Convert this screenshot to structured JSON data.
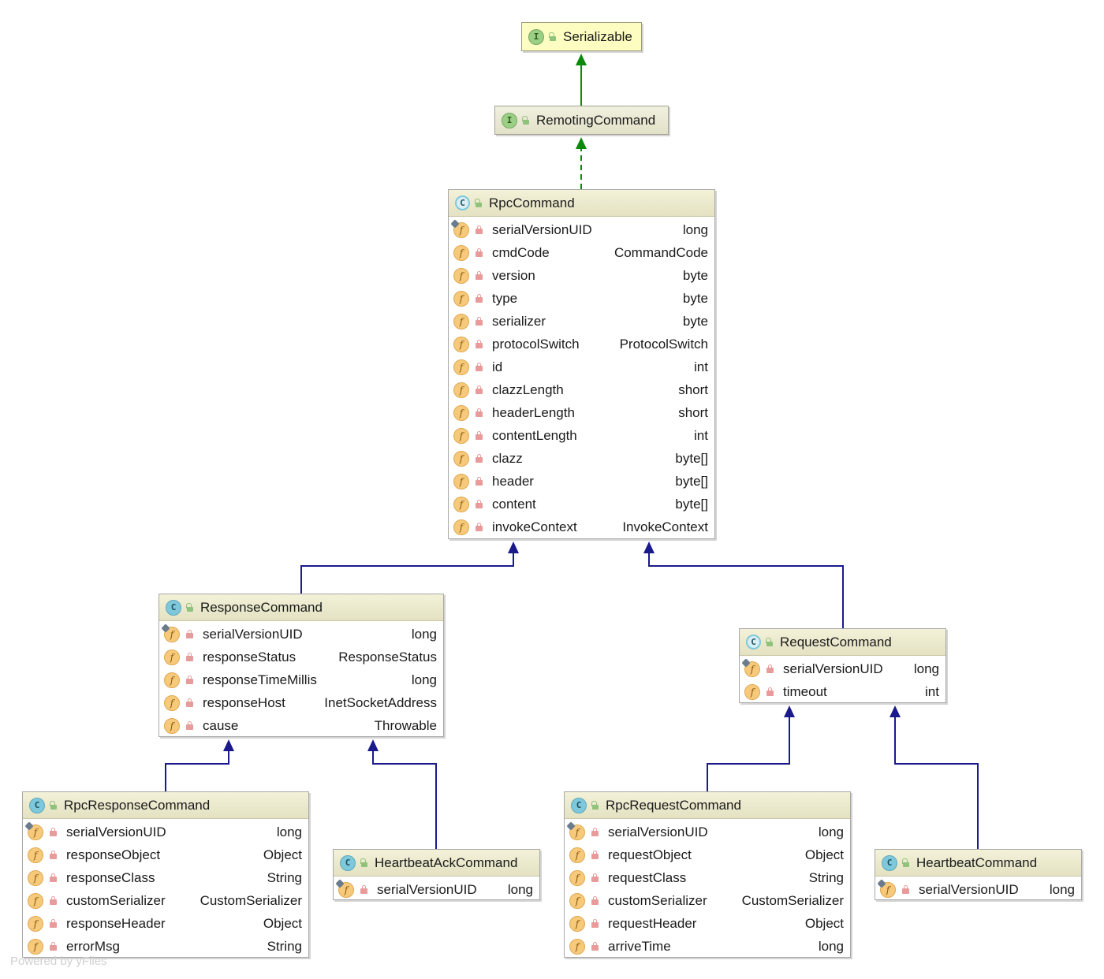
{
  "diagram": {
    "nodes": [
      {
        "id": "serializable",
        "kind": "interface",
        "name": "Serializable",
        "fields": []
      },
      {
        "id": "remotingcommand",
        "kind": "interface",
        "name": "RemotingCommand",
        "fields": []
      },
      {
        "id": "rpccommand",
        "kind": "abstract-class",
        "name": "RpcCommand",
        "fields": [
          {
            "name": "serialVersionUID",
            "type": "long",
            "static": true
          },
          {
            "name": "cmdCode",
            "type": "CommandCode"
          },
          {
            "name": "version",
            "type": "byte"
          },
          {
            "name": "type",
            "type": "byte"
          },
          {
            "name": "serializer",
            "type": "byte"
          },
          {
            "name": "protocolSwitch",
            "type": "ProtocolSwitch"
          },
          {
            "name": "id",
            "type": "int"
          },
          {
            "name": "clazzLength",
            "type": "short"
          },
          {
            "name": "headerLength",
            "type": "short"
          },
          {
            "name": "contentLength",
            "type": "int"
          },
          {
            "name": "clazz",
            "type": "byte[]"
          },
          {
            "name": "header",
            "type": "byte[]"
          },
          {
            "name": "content",
            "type": "byte[]"
          },
          {
            "name": "invokeContext",
            "type": "InvokeContext"
          }
        ]
      },
      {
        "id": "responsecommand",
        "kind": "class",
        "name": "ResponseCommand",
        "fields": [
          {
            "name": "serialVersionUID",
            "type": "long",
            "static": true
          },
          {
            "name": "responseStatus",
            "type": "ResponseStatus"
          },
          {
            "name": "responseTimeMillis",
            "type": "long"
          },
          {
            "name": "responseHost",
            "type": "InetSocketAddress"
          },
          {
            "name": "cause",
            "type": "Throwable"
          }
        ]
      },
      {
        "id": "requestcommand",
        "kind": "abstract-class",
        "name": "RequestCommand",
        "fields": [
          {
            "name": "serialVersionUID",
            "type": "long",
            "static": true
          },
          {
            "name": "timeout",
            "type": "int"
          }
        ]
      },
      {
        "id": "rpcresponsecommand",
        "kind": "class",
        "name": "RpcResponseCommand",
        "fields": [
          {
            "name": "serialVersionUID",
            "type": "long",
            "static": true
          },
          {
            "name": "responseObject",
            "type": "Object"
          },
          {
            "name": "responseClass",
            "type": "String"
          },
          {
            "name": "customSerializer",
            "type": "CustomSerializer"
          },
          {
            "name": "responseHeader",
            "type": "Object"
          },
          {
            "name": "errorMsg",
            "type": "String"
          }
        ]
      },
      {
        "id": "heartbeatackcommand",
        "kind": "class",
        "name": "HeartbeatAckCommand",
        "fields": [
          {
            "name": "serialVersionUID",
            "type": "long",
            "static": true
          }
        ]
      },
      {
        "id": "rpcrequestcommand",
        "kind": "class",
        "name": "RpcRequestCommand",
        "fields": [
          {
            "name": "serialVersionUID",
            "type": "long",
            "static": true
          },
          {
            "name": "requestObject",
            "type": "Object"
          },
          {
            "name": "requestClass",
            "type": "String"
          },
          {
            "name": "customSerializer",
            "type": "CustomSerializer"
          },
          {
            "name": "requestHeader",
            "type": "Object"
          },
          {
            "name": "arriveTime",
            "type": "long"
          }
        ]
      },
      {
        "id": "heartbeatcommand",
        "kind": "class",
        "name": "HeartbeatCommand",
        "fields": [
          {
            "name": "serialVersionUID",
            "type": "long",
            "static": true
          }
        ]
      }
    ],
    "edges": [
      {
        "from": "remotingcommand",
        "to": "serializable",
        "kind": "extends"
      },
      {
        "from": "rpccommand",
        "to": "remotingcommand",
        "kind": "implements"
      },
      {
        "from": "responsecommand",
        "to": "rpccommand",
        "kind": "extends"
      },
      {
        "from": "requestcommand",
        "to": "rpccommand",
        "kind": "extends"
      },
      {
        "from": "rpcresponsecommand",
        "to": "responsecommand",
        "kind": "extends"
      },
      {
        "from": "heartbeatackcommand",
        "to": "responsecommand",
        "kind": "extends"
      },
      {
        "from": "rpcrequestcommand",
        "to": "requestcommand",
        "kind": "extends"
      },
      {
        "from": "heartbeatcommand",
        "to": "requestcommand",
        "kind": "extends"
      }
    ]
  },
  "colors": {
    "interface_edge": "#0a8a0a",
    "class_edge": "#1a1a8c"
  },
  "footer": "Powered by yFiles"
}
